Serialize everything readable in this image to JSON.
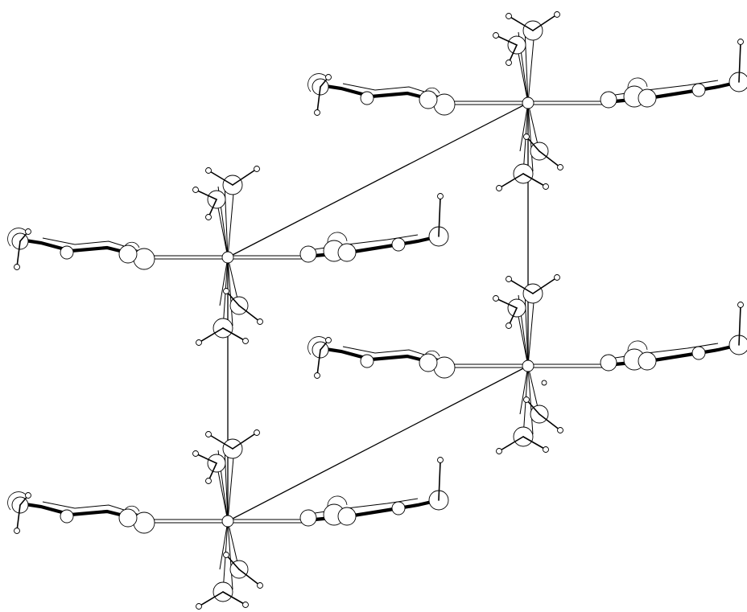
{
  "figure": {
    "description_kind": "crystal-packing-diagram",
    "background": "#ffffff",
    "ink": "#000000",
    "unit_cell_edges": 4,
    "molecule_count": 5
  }
}
